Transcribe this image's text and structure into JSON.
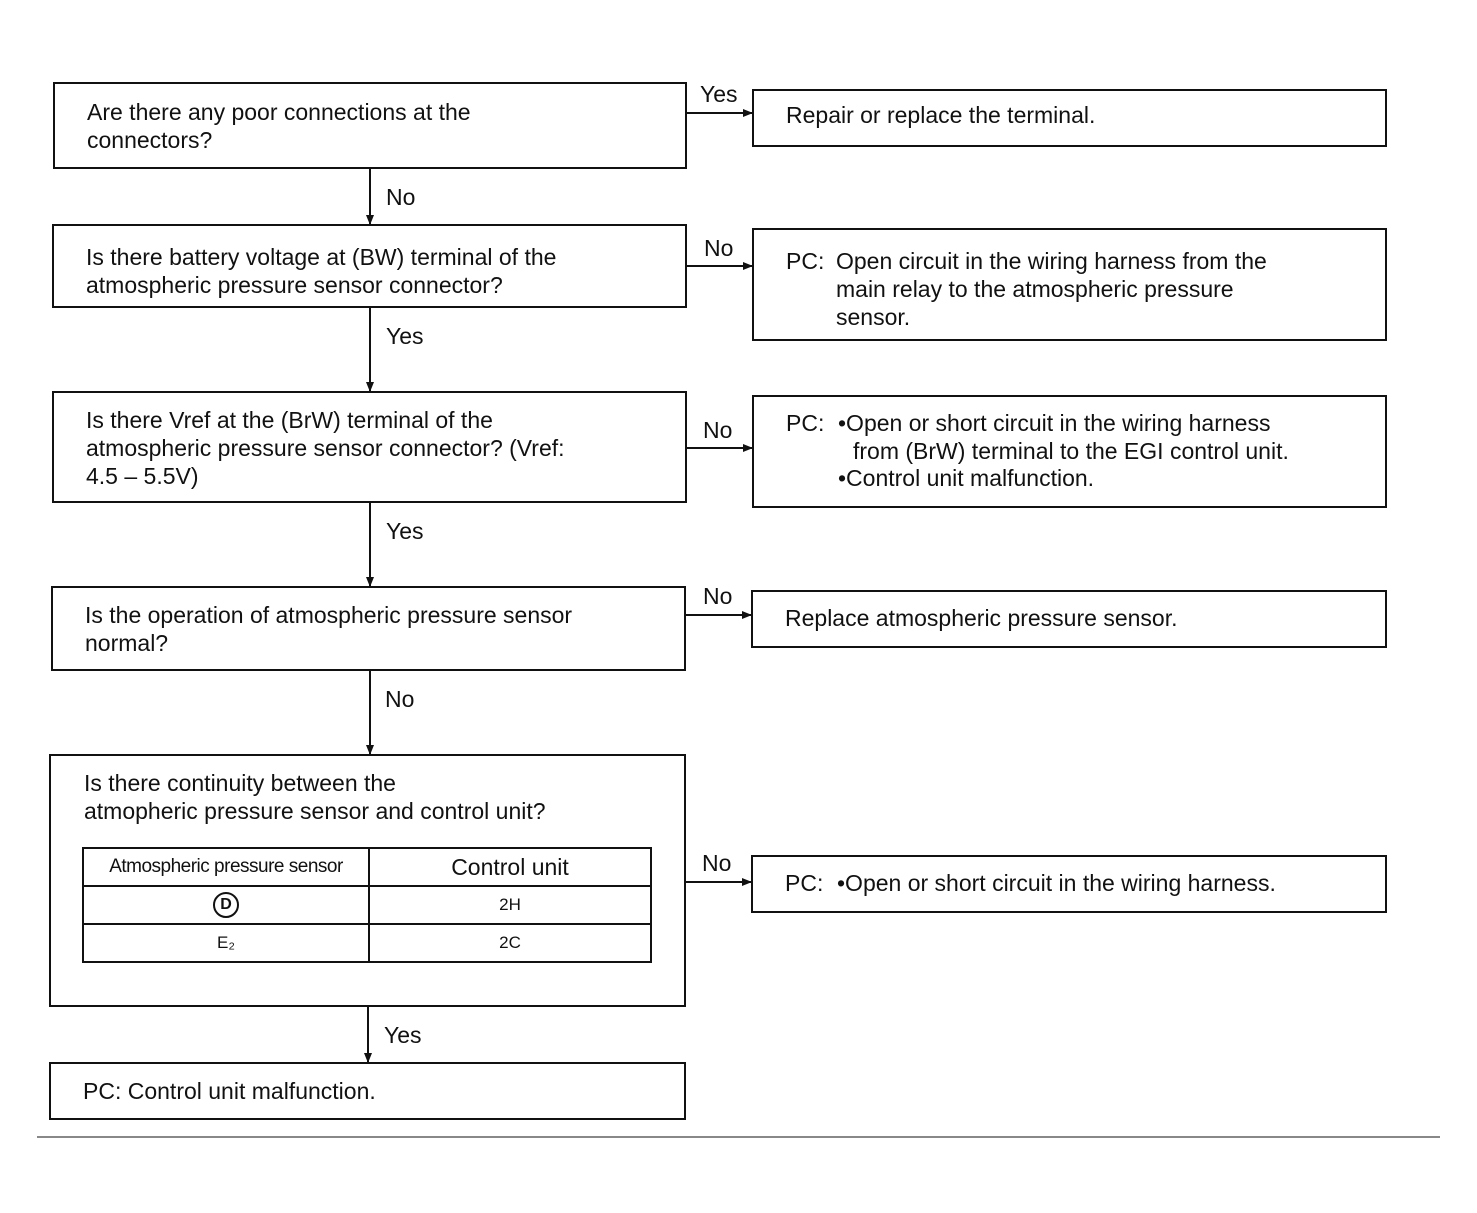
{
  "steps": [
    {
      "question": "Are there any poor connections at the\nconnectors?",
      "branch_label": "Yes",
      "result": "Repair or replace the terminal.",
      "next_label": "No"
    },
    {
      "question": "Is there battery voltage at (BW) terminal of the\natmospheric pressure sensor connector?",
      "branch_label": "No",
      "result_prefix": "PC:",
      "result": "Open circuit in the wiring harness from the\nmain relay to the atmospheric pressure\nsensor.",
      "next_label": "Yes"
    },
    {
      "question": "Is there Vref at the (BrW) terminal of the\natmospheric pressure sensor connector? (Vref:\n4.5 – 5.5V)",
      "branch_label": "No",
      "result_prefix": "PC:",
      "result_bullets": [
        "•Open or short circuit in the wiring harness",
        "from (BrW) terminal to the EGI control unit.",
        "•Control unit malfunction."
      ],
      "next_label": "Yes"
    },
    {
      "question": "Is the operation of atmospheric pressure sensor\nnormal?",
      "branch_label": "No",
      "result": "Replace atmospheric pressure sensor.",
      "next_label": "No"
    },
    {
      "question": "Is there continuity between the\natmopheric pressure sensor and control unit?",
      "table": {
        "headers": [
          "Atmospheric pressure sensor",
          "Control unit"
        ],
        "rows": [
          [
            "D",
            "2H"
          ],
          [
            "E₂",
            "2C"
          ]
        ]
      },
      "branch_label": "No",
      "result_prefix": "PC:",
      "result": "•Open or short circuit in the wiring harness.",
      "next_label": "Yes"
    }
  ],
  "final": "PC: Control unit malfunction."
}
